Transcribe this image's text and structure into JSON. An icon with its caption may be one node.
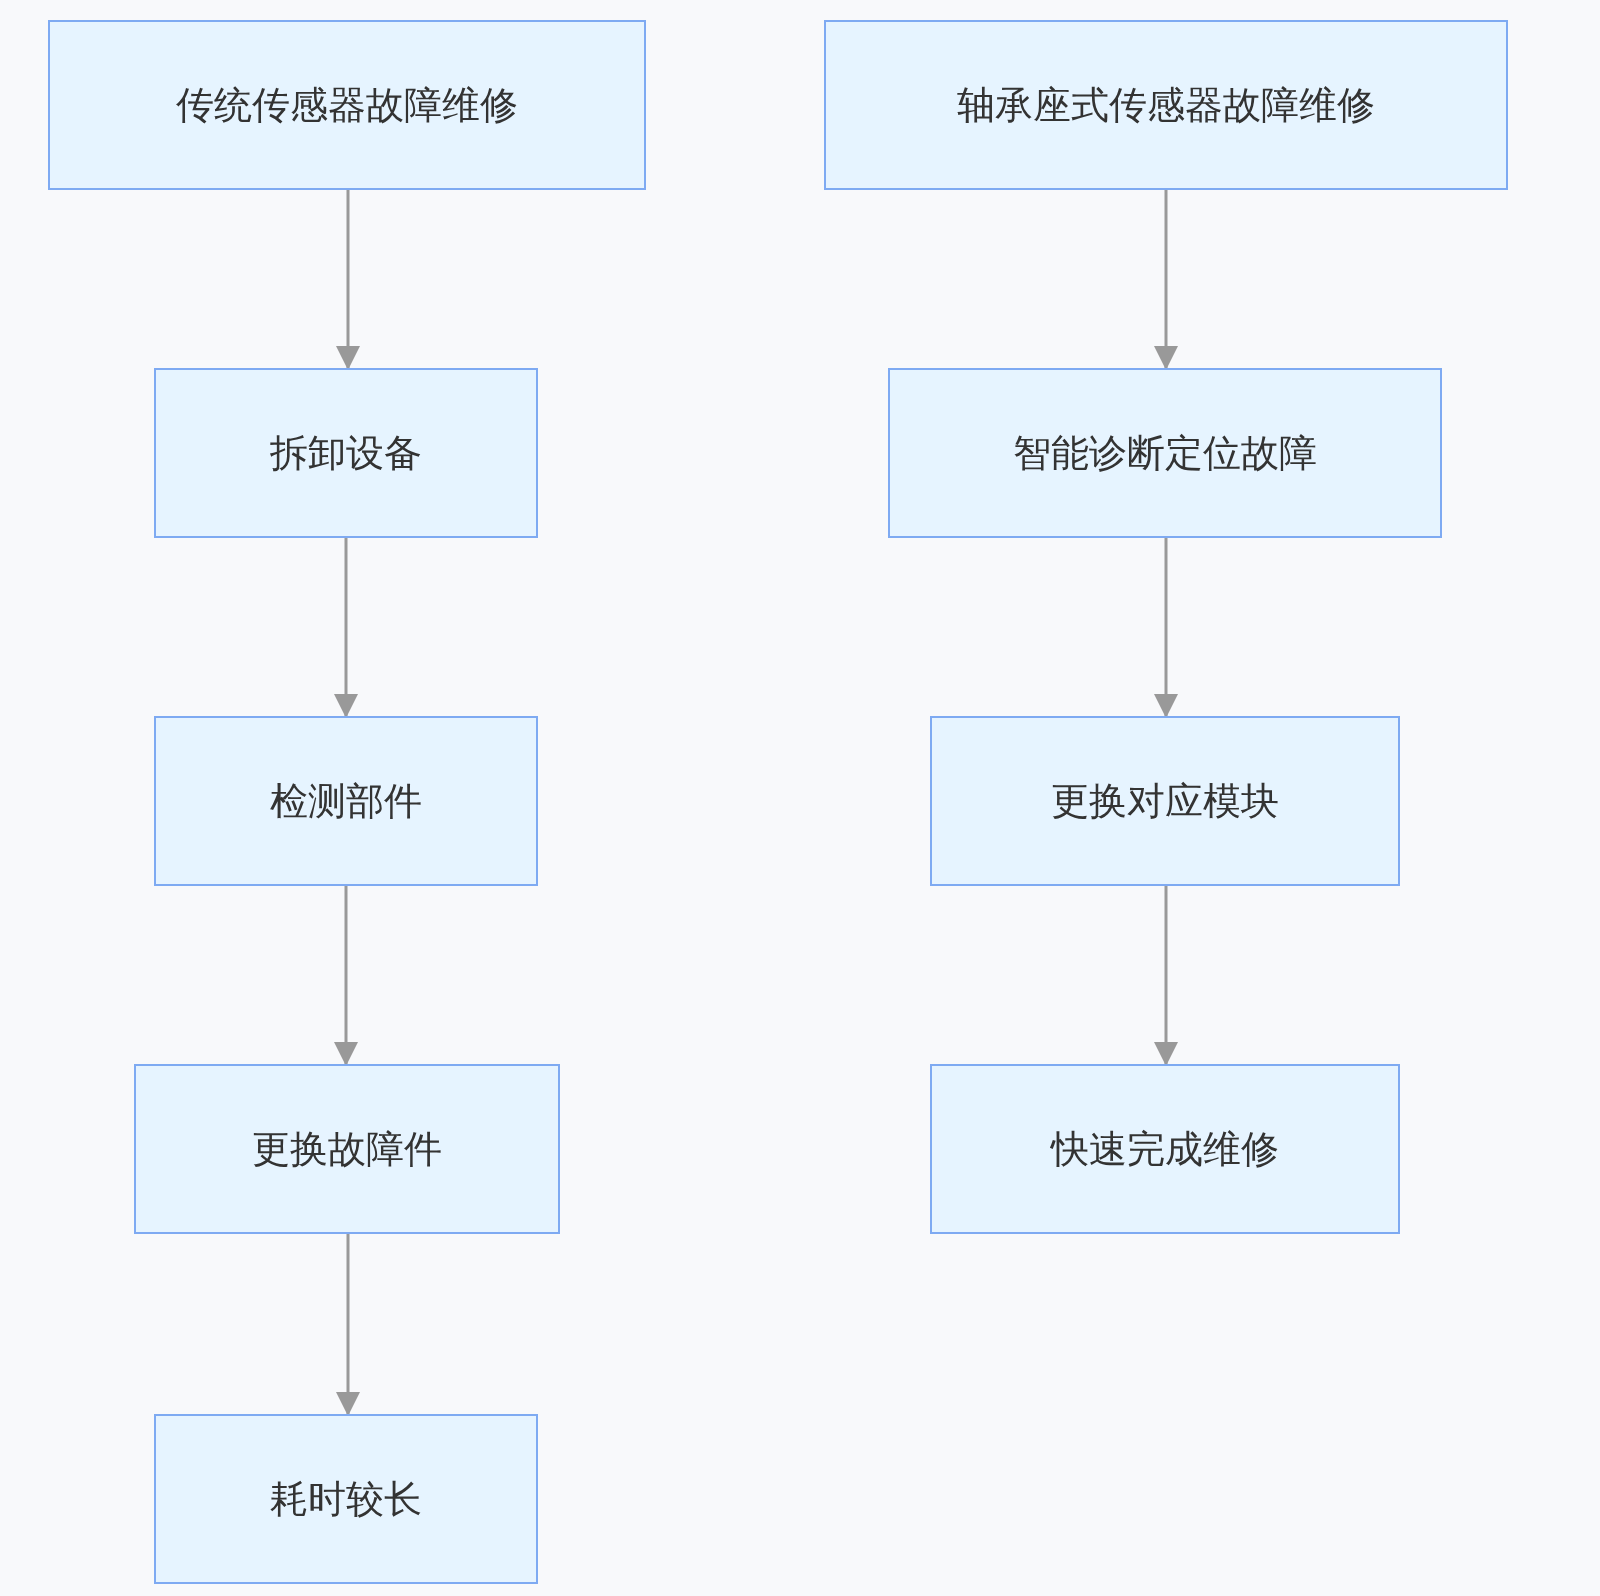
{
  "diagram": {
    "nodes": [
      {
        "text": [
          "传统传感器故障维修"
        ]
      },
      {
        "text": [
          "拆卸设备"
        ]
      },
      {
        "text": [
          "检测部件"
        ]
      },
      {
        "text": [
          "更换故障件"
        ]
      },
      {
        "text": [
          "耗时较长"
        ]
      },
      {
        "text": [
          "轴承座式传感器故障维修"
        ]
      },
      {
        "text": [
          "智能诊断定位故障"
        ]
      },
      {
        "text": [
          "更换对应模块"
        ]
      },
      {
        "text": [
          "快速完成维修"
        ]
      }
    ],
    "edges": [
      {
        "from": 0,
        "to": 1,
        "arrow": "to"
      },
      {
        "from": 1,
        "to": 2,
        "arrow": "to"
      },
      {
        "from": 2,
        "to": 3,
        "arrow": "to"
      },
      {
        "from": 3,
        "to": 4,
        "arrow": "to"
      },
      {
        "from": 5,
        "to": 6,
        "arrow": "to"
      },
      {
        "from": 6,
        "to": 7,
        "arrow": "to"
      },
      {
        "from": 7,
        "to": 8,
        "arrow": "to"
      }
    ]
  }
}
